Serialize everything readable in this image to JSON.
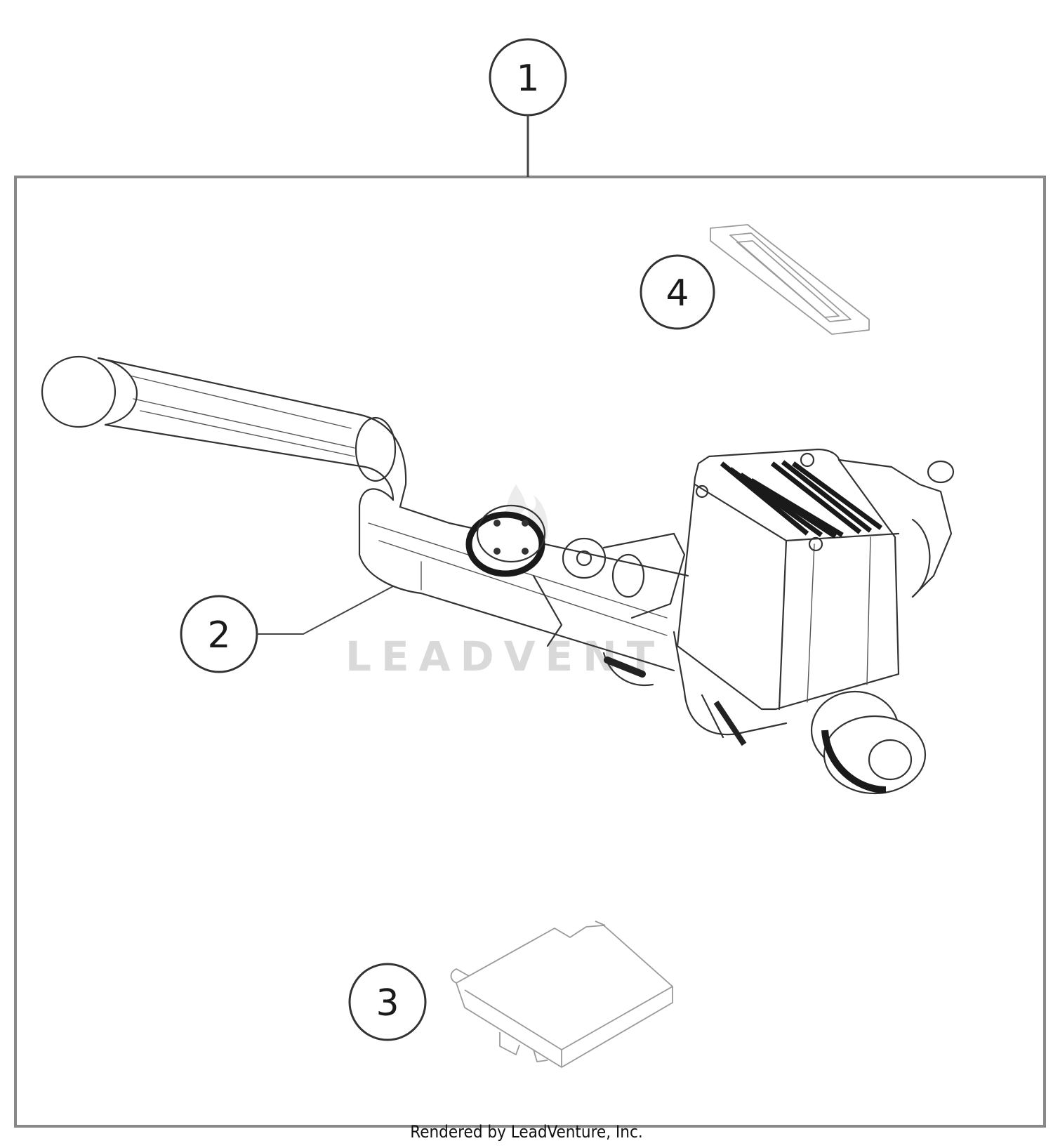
{
  "callouts": [
    {
      "id": "1",
      "label": "1"
    },
    {
      "id": "2",
      "label": "2"
    },
    {
      "id": "3",
      "label": "3"
    },
    {
      "id": "4",
      "label": "4"
    }
  ],
  "watermark": "LEADVENT",
  "footer": {
    "credit": "Rendered by LeadVenture, Inc."
  }
}
